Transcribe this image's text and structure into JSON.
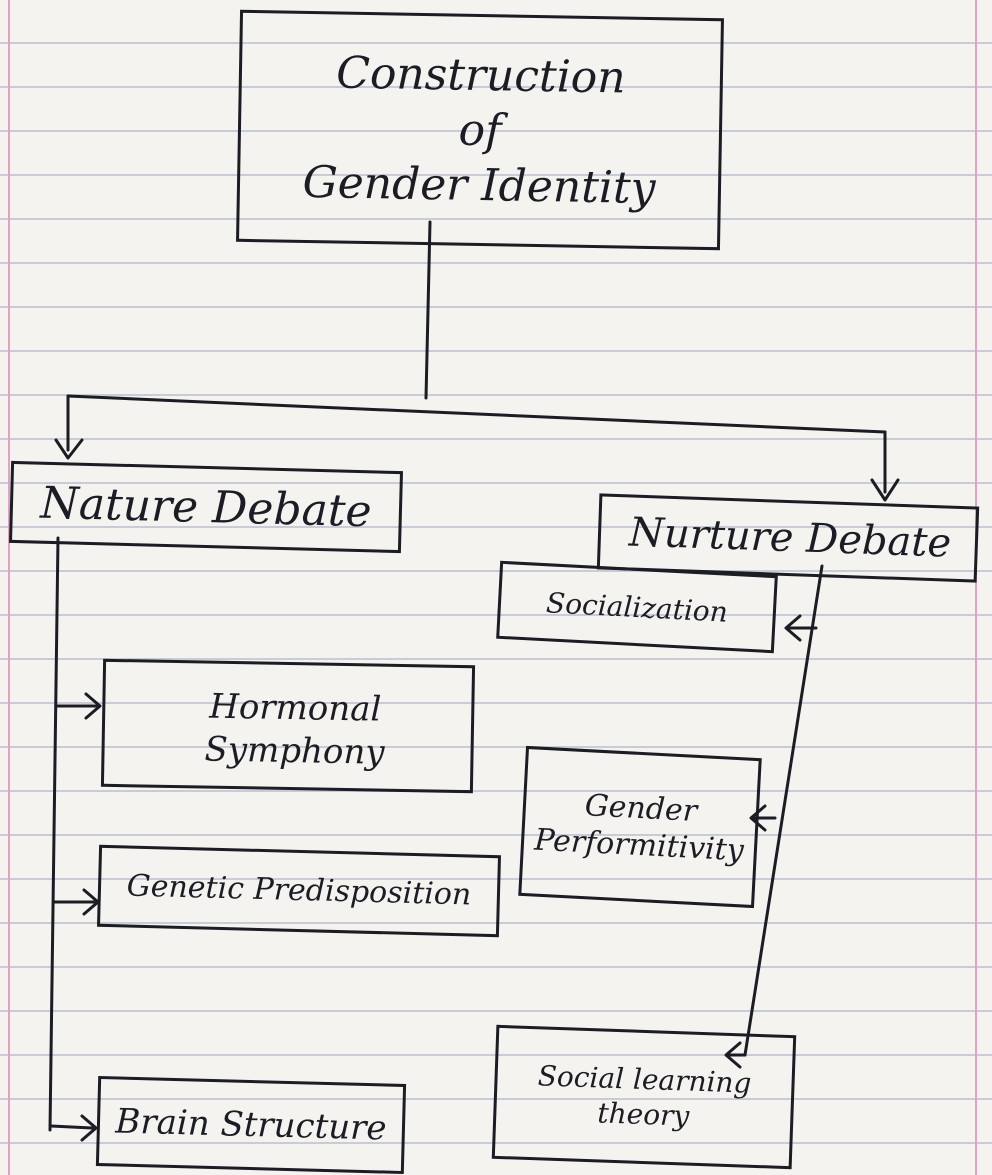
{
  "diagram": {
    "root": {
      "lines": [
        "Construction",
        "of",
        "Gender Identity"
      ]
    },
    "branches": [
      {
        "label": "Nature Debate",
        "children": [
          "Hormonal Symphony",
          "Genetic Predisposition",
          "Brain Structure"
        ]
      },
      {
        "label": "Nurture Debate",
        "children": [
          "Socialization",
          "Gender Performitivity",
          "Social learning theory"
        ]
      }
    ]
  },
  "colors": {
    "ink": "#1c1c24",
    "paper": "#f4f3f0",
    "rule_line": "#c9ccd6",
    "margin_line": "#e0a3c2"
  }
}
